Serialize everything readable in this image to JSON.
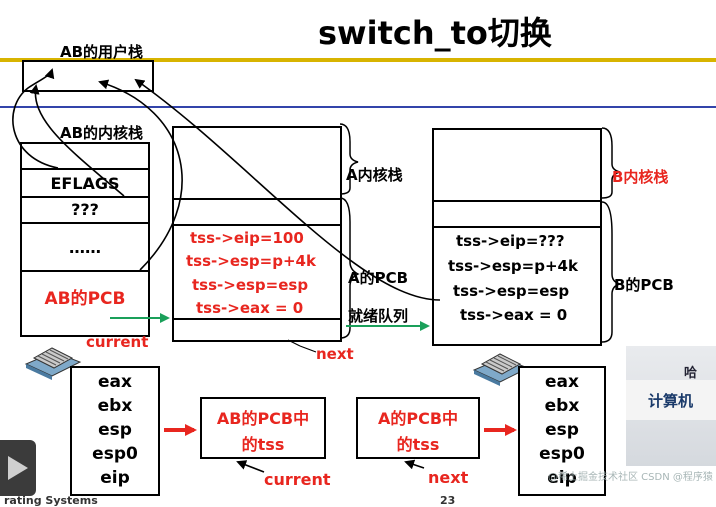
{
  "slide": {
    "title": "switch_to切换",
    "footer_left": "rating Systems",
    "footer_page": "23",
    "watermark": "@稀土掘金技术社区 CSDN @程序猿"
  },
  "labels": {
    "ab_user_stack": "AB的用户栈",
    "ab_kernel_stack": "AB的内核栈",
    "a_kernel_stack": "A内核栈",
    "a_pcb": "A的PCB",
    "b_kernel_stack": "B内核栈",
    "b_pcb": "B的PCB",
    "ready_queue": "就绪队列",
    "current_1": "current",
    "next_1": "next",
    "current_2": "current",
    "next_2": "next"
  },
  "ab_stack": {
    "cells": [
      "EFLAGS",
      "???",
      "……"
    ],
    "pcb": "AB的PCB"
  },
  "a_pcb_lines": [
    "tss->eip=100",
    "tss->esp=p+4k",
    "tss->esp=esp",
    "tss->eax = 0"
  ],
  "b_pcb_lines": [
    "tss->eip=???",
    "tss->esp=p+4k",
    "tss->esp=esp",
    "tss->eax = 0"
  ],
  "registers_left": [
    "eax",
    "ebx",
    "esp",
    "esp0",
    "eip"
  ],
  "registers_right": [
    "eax",
    "ebx",
    "esp",
    "esp0",
    "eip"
  ],
  "tss_boxes": {
    "ab": [
      "AB的PCB中",
      "的tss"
    ],
    "a": [
      "A的PCB中",
      "的tss"
    ]
  },
  "photo": {
    "line1": "哈",
    "line2": "计算机"
  },
  "colors": {
    "accent_red": "#e8261f",
    "arrow_green": "#1aa05a",
    "rule_blue": "#3344aa",
    "rule_yellow": "#d8b400"
  }
}
